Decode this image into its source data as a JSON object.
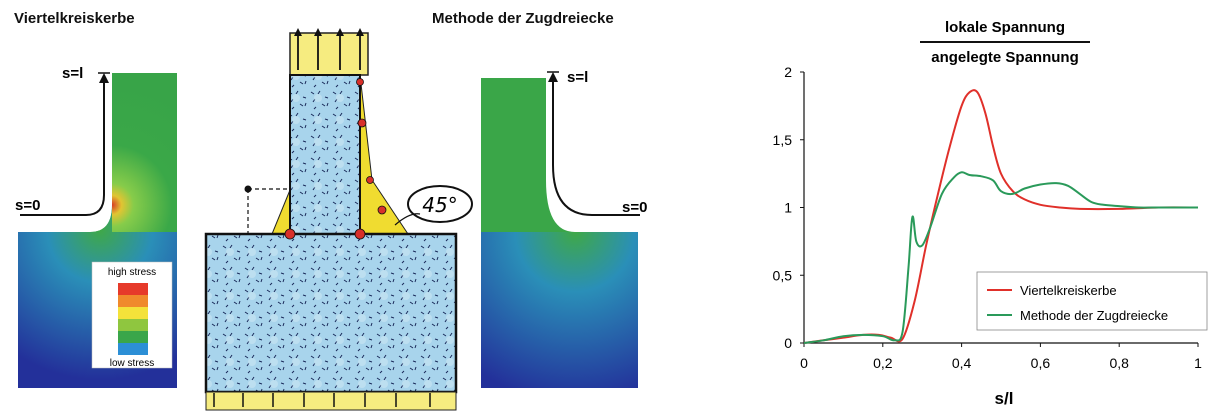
{
  "left_panel": {
    "title": "Viertelkreiskerbe",
    "label_top": "s=l",
    "label_bottom": "s=0",
    "legend": {
      "high": "high stress",
      "low": "low stress",
      "colors": [
        "#e63a2a",
        "#f08a2c",
        "#f4e23a",
        "#8fc63f",
        "#3aa64a",
        "#2c8fd6"
      ]
    }
  },
  "center_panel": {
    "title": "Methode der Zugdreiecke",
    "angle_label": "45°"
  },
  "right_panel": {
    "label_top": "s=l",
    "label_bottom": "s=0"
  },
  "chart_data": {
    "type": "line",
    "title_numerator": "lokale Spannung",
    "title_denominator": "angelegte Spannung",
    "xlabel": "s/l",
    "xlim": [
      0,
      1
    ],
    "ylim": [
      0,
      2
    ],
    "xticks": [
      "0",
      "0,2",
      "0,4",
      "0,6",
      "0,8",
      "1"
    ],
    "yticks": [
      "0",
      "0,5",
      "1",
      "1,5",
      "2"
    ],
    "legend_position": "bottom-right",
    "series": [
      {
        "name": "Viertelkreiskerbe",
        "color": "#e0302a",
        "x": [
          0,
          0.05,
          0.1,
          0.15,
          0.19,
          0.22,
          0.25,
          0.28,
          0.31,
          0.34,
          0.37,
          0.4,
          0.42,
          0.44,
          0.46,
          0.48,
          0.5,
          0.53,
          0.56,
          0.6,
          0.65,
          0.7,
          0.8,
          0.9,
          1.0
        ],
        "y": [
          0,
          0.02,
          0.04,
          0.06,
          0.06,
          0.04,
          0.03,
          0.3,
          0.72,
          1.1,
          1.45,
          1.75,
          1.85,
          1.85,
          1.7,
          1.45,
          1.25,
          1.12,
          1.06,
          1.02,
          1.0,
          0.99,
          0.99,
          1.0,
          1.0
        ]
      },
      {
        "name": "Methode der Zugdreiecke",
        "color": "#2a9a5a",
        "x": [
          0,
          0.05,
          0.1,
          0.15,
          0.2,
          0.23,
          0.25,
          0.265,
          0.275,
          0.285,
          0.3,
          0.32,
          0.35,
          0.38,
          0.4,
          0.42,
          0.45,
          0.48,
          0.5,
          0.53,
          0.56,
          0.6,
          0.64,
          0.67,
          0.7,
          0.73,
          0.76,
          0.8,
          0.85,
          0.9,
          0.95,
          1.0
        ],
        "y": [
          0,
          0.02,
          0.05,
          0.06,
          0.05,
          0.02,
          0.08,
          0.55,
          0.93,
          0.75,
          0.72,
          0.85,
          1.1,
          1.22,
          1.26,
          1.24,
          1.23,
          1.2,
          1.12,
          1.1,
          1.14,
          1.17,
          1.18,
          1.16,
          1.1,
          1.04,
          1.02,
          1.01,
          1.0,
          1.0,
          1.0,
          1.0
        ]
      }
    ]
  }
}
